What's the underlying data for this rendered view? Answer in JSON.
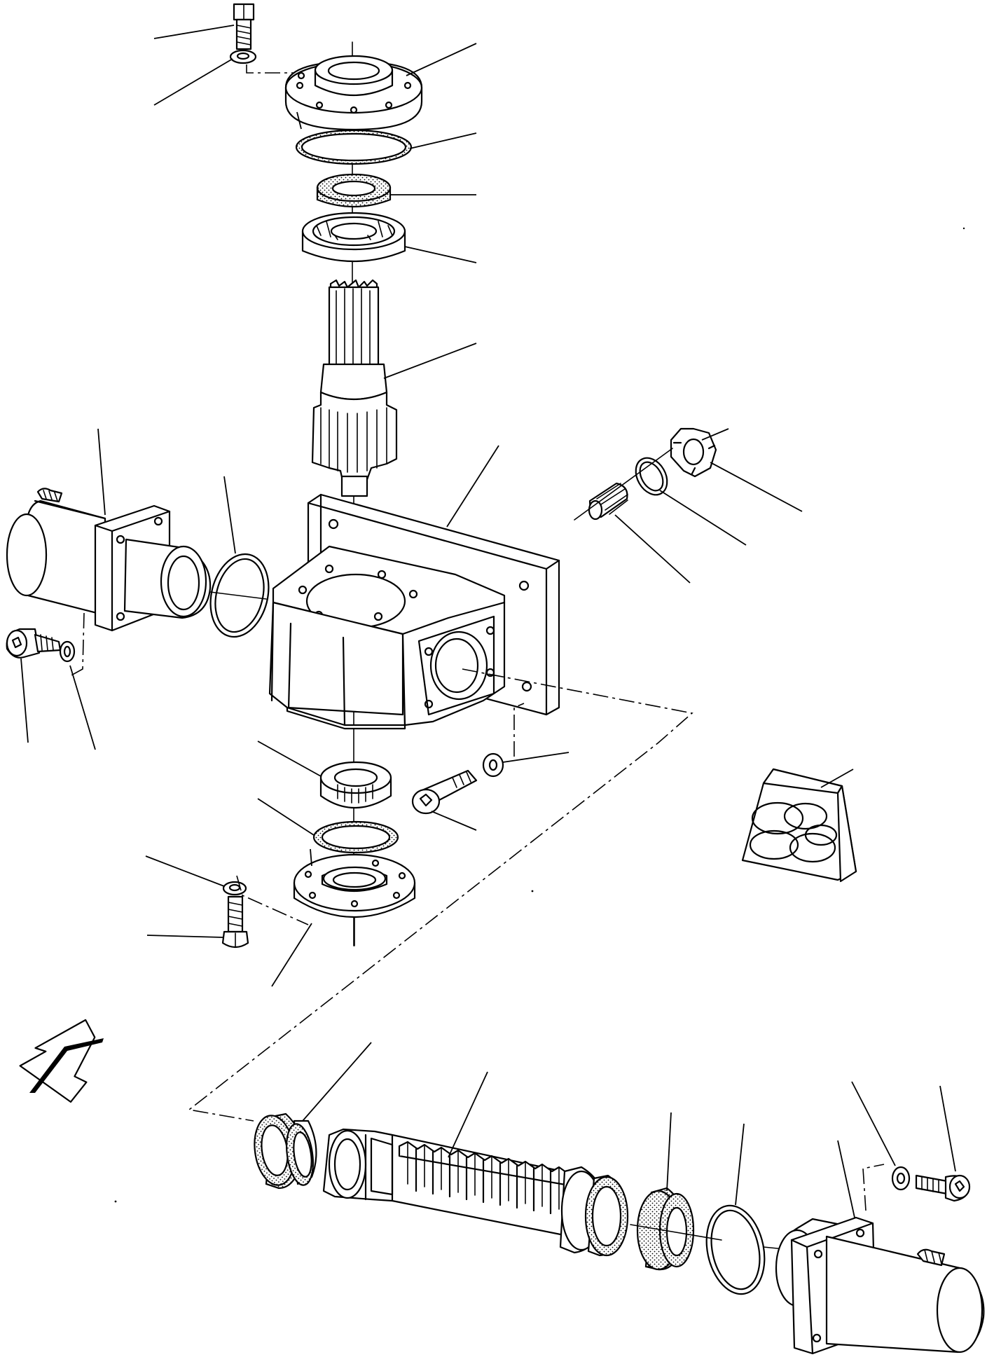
{
  "diagram": {
    "type": "exploded parts view",
    "components": [
      "top-cap-screw",
      "top-lock-washer",
      "upper-bearing-flange",
      "upper-o-ring",
      "upper-oil-seal",
      "upper-ball-bearing",
      "pinion-shaft",
      "gearbox-housing",
      "plug-screw",
      "sealing-ring",
      "slotted-nut",
      "left-cylinder",
      "left-o-ring",
      "left-socket-screw",
      "left-washer",
      "right-socket-screw",
      "right-washer",
      "lower-ball-bearing",
      "lower-o-ring",
      "lower-bearing-flange",
      "lower-lock-washer",
      "lower-cap-screw",
      "seal-kit",
      "rack-guide-bushing",
      "rack",
      "rack-seal-ring",
      "rack-seal",
      "rack-o-ring",
      "right-cylinder",
      "right-end-washer",
      "right-end-screw",
      "direction-arrow"
    ],
    "icons": {
      "direction": "arrow-down-left-icon"
    },
    "colors": {
      "line": "#000000",
      "background": "#ffffff"
    }
  }
}
